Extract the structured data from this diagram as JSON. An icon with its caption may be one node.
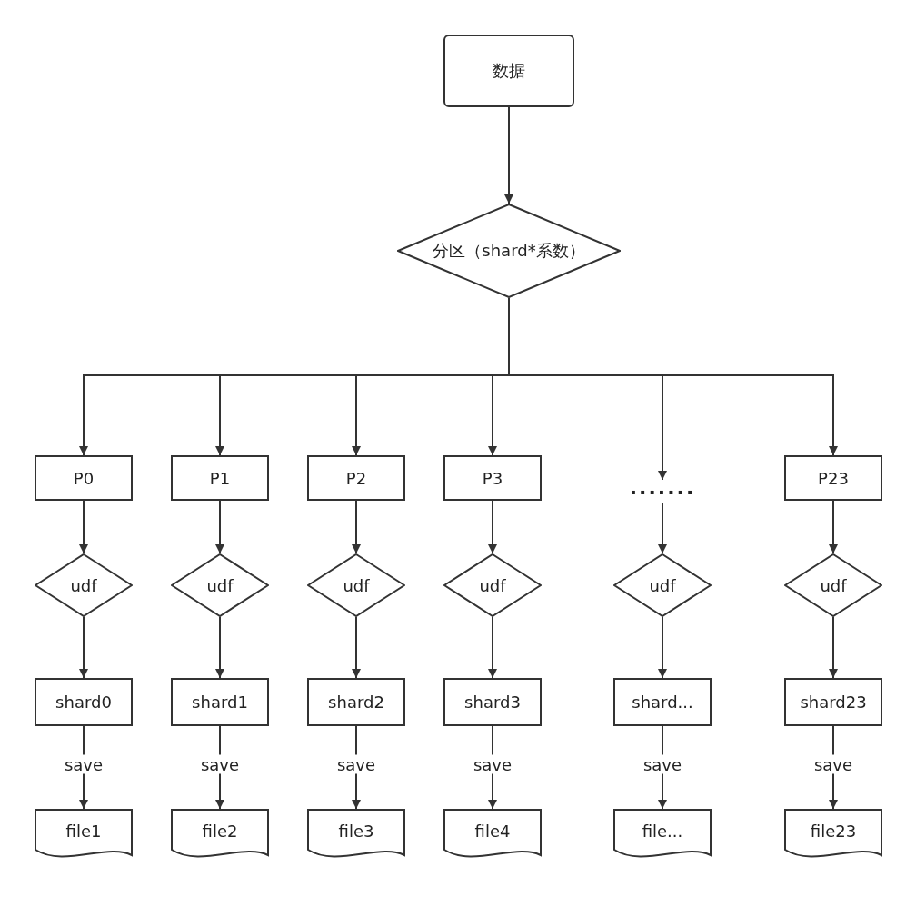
{
  "diagram": {
    "nodes": [
      {
        "text": [
          "数据"
        ]
      },
      {
        "text": [
          "分区（shard*系数）"
        ]
      },
      {
        "text": [
          "P0"
        ]
      },
      {
        "text": [
          "P1"
        ]
      },
      {
        "text": [
          "P2"
        ]
      },
      {
        "text": [
          "P3"
        ]
      },
      {
        "text": [
          "·······"
        ]
      },
      {
        "text": [
          "P23"
        ]
      },
      {
        "text": [
          "udf"
        ]
      },
      {
        "text": [
          "udf"
        ]
      },
      {
        "text": [
          "udf"
        ]
      },
      {
        "text": [
          "udf"
        ]
      },
      {
        "text": [
          "udf"
        ]
      },
      {
        "text": [
          "udf"
        ]
      },
      {
        "text": [
          "shard0"
        ]
      },
      {
        "text": [
          "shard1"
        ]
      },
      {
        "text": [
          "shard2"
        ]
      },
      {
        "text": [
          "shard3"
        ]
      },
      {
        "text": [
          "shard..."
        ]
      },
      {
        "text": [
          "shard23"
        ]
      },
      {
        "text": [
          "file1"
        ]
      },
      {
        "text": [
          "file2"
        ]
      },
      {
        "text": [
          "file3"
        ]
      },
      {
        "text": [
          "file4"
        ]
      },
      {
        "text": [
          "file..."
        ]
      },
      {
        "text": [
          "file23"
        ]
      }
    ],
    "edges": [
      {
        "from": 0,
        "to": 1,
        "arrow": "to"
      },
      {
        "from": 1,
        "to": 2,
        "arrow": "to"
      },
      {
        "from": 1,
        "to": 3,
        "arrow": "to"
      },
      {
        "from": 1,
        "to": 4,
        "arrow": "to"
      },
      {
        "from": 1,
        "to": 5,
        "arrow": "to"
      },
      {
        "from": 1,
        "to": 6,
        "arrow": "to"
      },
      {
        "from": 1,
        "to": 7,
        "arrow": "to"
      },
      {
        "from": 2,
        "to": 8,
        "arrow": "to"
      },
      {
        "from": 3,
        "to": 9,
        "arrow": "to"
      },
      {
        "from": 4,
        "to": 10,
        "arrow": "to"
      },
      {
        "from": 5,
        "to": 11,
        "arrow": "to"
      },
      {
        "from": 6,
        "to": 12,
        "arrow": "to"
      },
      {
        "from": 7,
        "to": 13,
        "arrow": "to"
      },
      {
        "from": 8,
        "to": 14,
        "arrow": "to"
      },
      {
        "from": 9,
        "to": 15,
        "arrow": "to"
      },
      {
        "from": 10,
        "to": 16,
        "arrow": "to"
      },
      {
        "from": 11,
        "to": 17,
        "arrow": "to"
      },
      {
        "from": 12,
        "to": 18,
        "arrow": "to"
      },
      {
        "from": 13,
        "to": 19,
        "arrow": "to"
      },
      {
        "from": 14,
        "to": 20,
        "label": "save",
        "arrow": "to"
      },
      {
        "from": 15,
        "to": 21,
        "label": "save",
        "arrow": "to"
      },
      {
        "from": 16,
        "to": 22,
        "label": "save",
        "arrow": "to"
      },
      {
        "from": 17,
        "to": 23,
        "label": "save",
        "arrow": "to"
      },
      {
        "from": 18,
        "to": 24,
        "label": "save",
        "arrow": "to"
      },
      {
        "from": 19,
        "to": 25,
        "label": "save",
        "arrow": "to"
      }
    ]
  }
}
